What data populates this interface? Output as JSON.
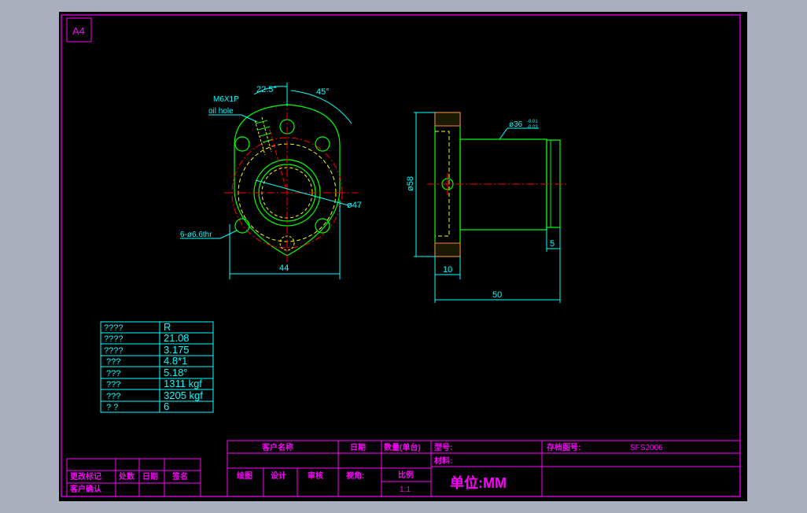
{
  "sheet": {
    "size_label": "A4"
  },
  "front_view": {
    "oil_hole_label_1": "M6X1P",
    "oil_hole_label_2": "oil hole",
    "angle_1": "22.5°",
    "angle_2": "45°",
    "dia_label": "ø47",
    "holes_label": "6-ø6.6thr",
    "width_dim": "44"
  },
  "side_view": {
    "flange_dia": "ø58",
    "body_dia": "ø36",
    "tol_upper": "-0.01",
    "tol_lower": "-0.03",
    "flange_thk": "10",
    "total_len": "50",
    "step_len": "5"
  },
  "spec_table": {
    "rows": [
      {
        "name": "????",
        "value": "R"
      },
      {
        "name": "????",
        "value": "21.08"
      },
      {
        "name": "????",
        "value": "3.175"
      },
      {
        "name": "???",
        "value": "4.8*1"
      },
      {
        "name": "???",
        "value": "5.18°"
      },
      {
        "name": "???",
        "value": "1311 kgf"
      },
      {
        "name": "???",
        "value": "3205 kgf"
      },
      {
        "name": "?   ?",
        "value": "6"
      }
    ]
  },
  "revision_block": {
    "col1": "更改标记",
    "col2": "处数",
    "col3": "日期",
    "col4": "签名",
    "confirm": "客户确认"
  },
  "title_block": {
    "customer": "客户名称",
    "date": "日期",
    "quantity": "数量(单台)",
    "model": "型号:",
    "archive_no": "存档图号:",
    "archive_value": "SFS2006",
    "material": "材料:",
    "drawn": "绘图",
    "design": "设计",
    "check": "审核",
    "view": "视角:",
    "scale": "比例",
    "scale_value": "1:1",
    "unit": "单位:MM"
  },
  "colors": {
    "frame": "#ff00ff",
    "geometry": "#00ff00",
    "dimension": "#00ffff",
    "centerline": "#ff0000",
    "hidden": "#ffff00",
    "section": "#ff8040",
    "background": "#000000",
    "page": "#a9afbd"
  }
}
